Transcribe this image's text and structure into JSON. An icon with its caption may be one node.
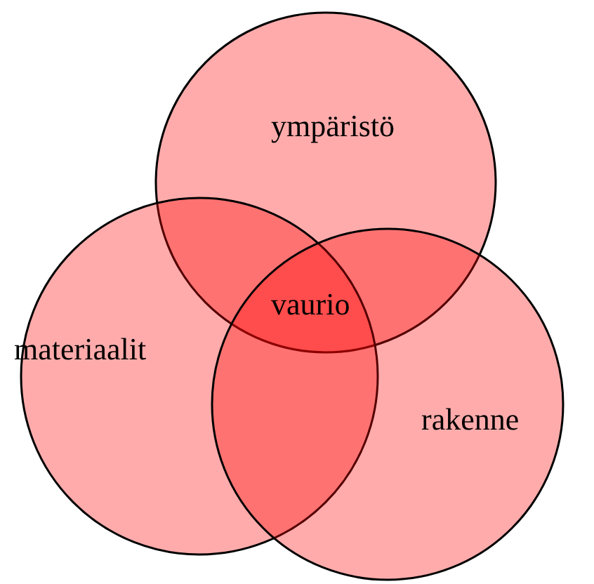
{
  "diagram": {
    "nodes": [
      {
        "text": [
          "ympäristö"
        ]
      },
      {
        "text": [
          "materiaalit"
        ]
      },
      {
        "text": [
          "rakenne"
        ]
      }
    ],
    "labels": [
      "vaurio"
    ]
  }
}
